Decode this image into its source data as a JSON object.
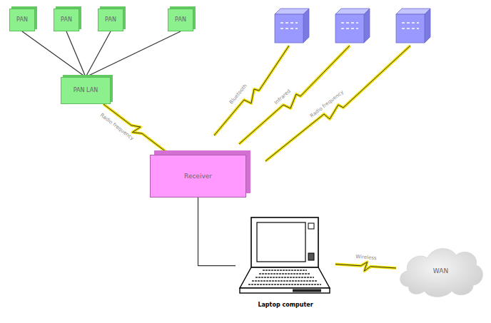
{
  "diagram": {
    "nodes": [
      {
        "text": [
          "PAN"
        ]
      },
      {
        "text": [
          "PAN"
        ]
      },
      {
        "text": [
          "PAN"
        ]
      },
      {
        "text": [
          "PAN"
        ]
      },
      {
        "text": [
          "PAN LAN"
        ]
      },
      {
        "text": [
          "Receiver"
        ]
      },
      {
        "text": [
          "Laptop computer"
        ]
      },
      {
        "text": [
          "WAN"
        ]
      }
    ],
    "edges": [
      {
        "from": 0,
        "to": 4,
        "arrow": "none"
      },
      {
        "from": 1,
        "to": 4,
        "arrow": "none"
      },
      {
        "from": 2,
        "to": 4,
        "arrow": "none"
      },
      {
        "from": 3,
        "to": 4,
        "arrow": "none"
      },
      {
        "from": 4,
        "to": 5,
        "label": "Radio frequency",
        "arrow": "none"
      },
      {
        "from": 5,
        "to": 6,
        "arrow": "none"
      },
      {
        "from": 6,
        "to": 7,
        "label": "Wireless",
        "arrow": "none"
      }
    ],
    "labels": [
      "Bluetooth",
      "Infrared",
      "Radio frequency"
    ]
  }
}
